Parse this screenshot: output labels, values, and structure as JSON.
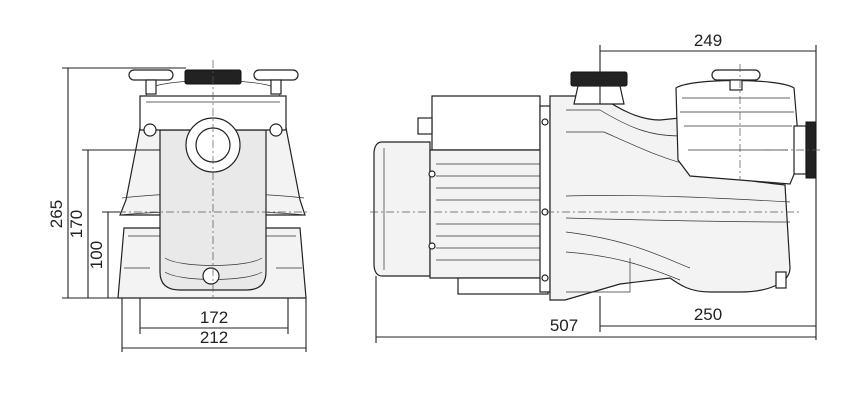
{
  "dimensions": {
    "front_height_total": "265",
    "front_height_mid": "170",
    "front_height_low": "100",
    "front_width_inner": "172",
    "front_width_outer": "212",
    "side_length_total": "507",
    "side_length_top": "249",
    "side_length_bottom": "250"
  }
}
